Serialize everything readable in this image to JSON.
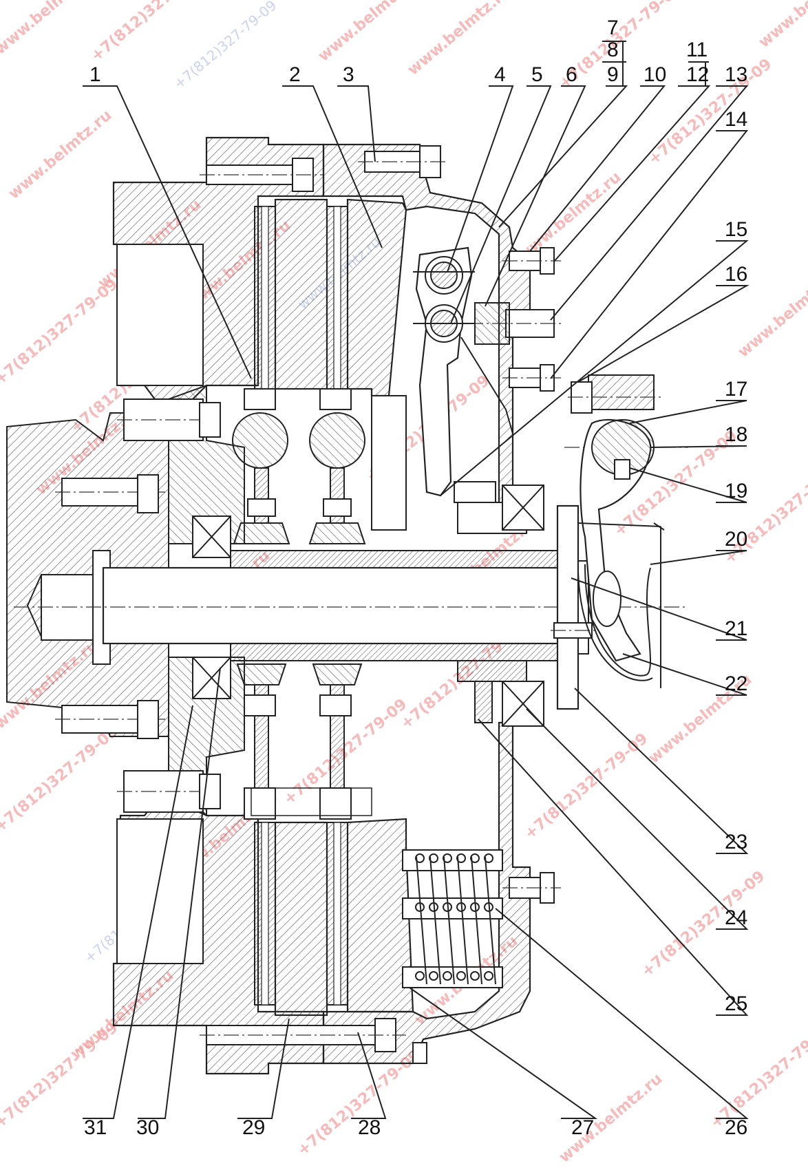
{
  "labels": {
    "top": [
      "1",
      "2",
      "3",
      "4",
      "5",
      "6",
      "7",
      "8",
      "9",
      "10",
      "11",
      "12",
      "13",
      "14"
    ],
    "right": [
      "15",
      "16",
      "17",
      "18",
      "19",
      "20",
      "21",
      "22",
      "23",
      "24",
      "25",
      "26"
    ],
    "bottom": [
      "27",
      "28",
      "29",
      "30",
      "31"
    ]
  },
  "watermarks": {
    "url": "www.belmtz.ru",
    "phone": "+7(812)327-79-09"
  },
  "colors": {
    "line": "#222222",
    "hatch": "#555555",
    "watermark_red": "#f3a3a3",
    "watermark_blue": "#b9c4ea"
  }
}
